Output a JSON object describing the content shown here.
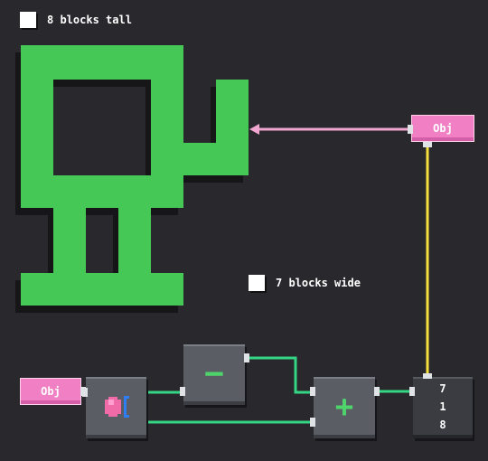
{
  "legend": {
    "tall_label": "8 blocks tall",
    "wide_label": "7 blocks wide"
  },
  "nodes": {
    "obj_top_label": "Obj",
    "obj_left_label": "Obj",
    "minus_symbol": "−",
    "plus_symbol": "+",
    "output_digits": [
      "7",
      "1",
      "8"
    ]
  },
  "colors": {
    "background": "#29292d",
    "sprite_green": "#45c855",
    "obj_pink": "#f07fc4",
    "wire_green": "#35d683",
    "wire_yellow": "#f6df3a",
    "arrow_pink": "#f0a6d0",
    "node_gray": "#5a5d63"
  },
  "icons": {
    "input_node": "pixel-circle-bracket-icon",
    "arrow": "left-arrow-icon"
  }
}
